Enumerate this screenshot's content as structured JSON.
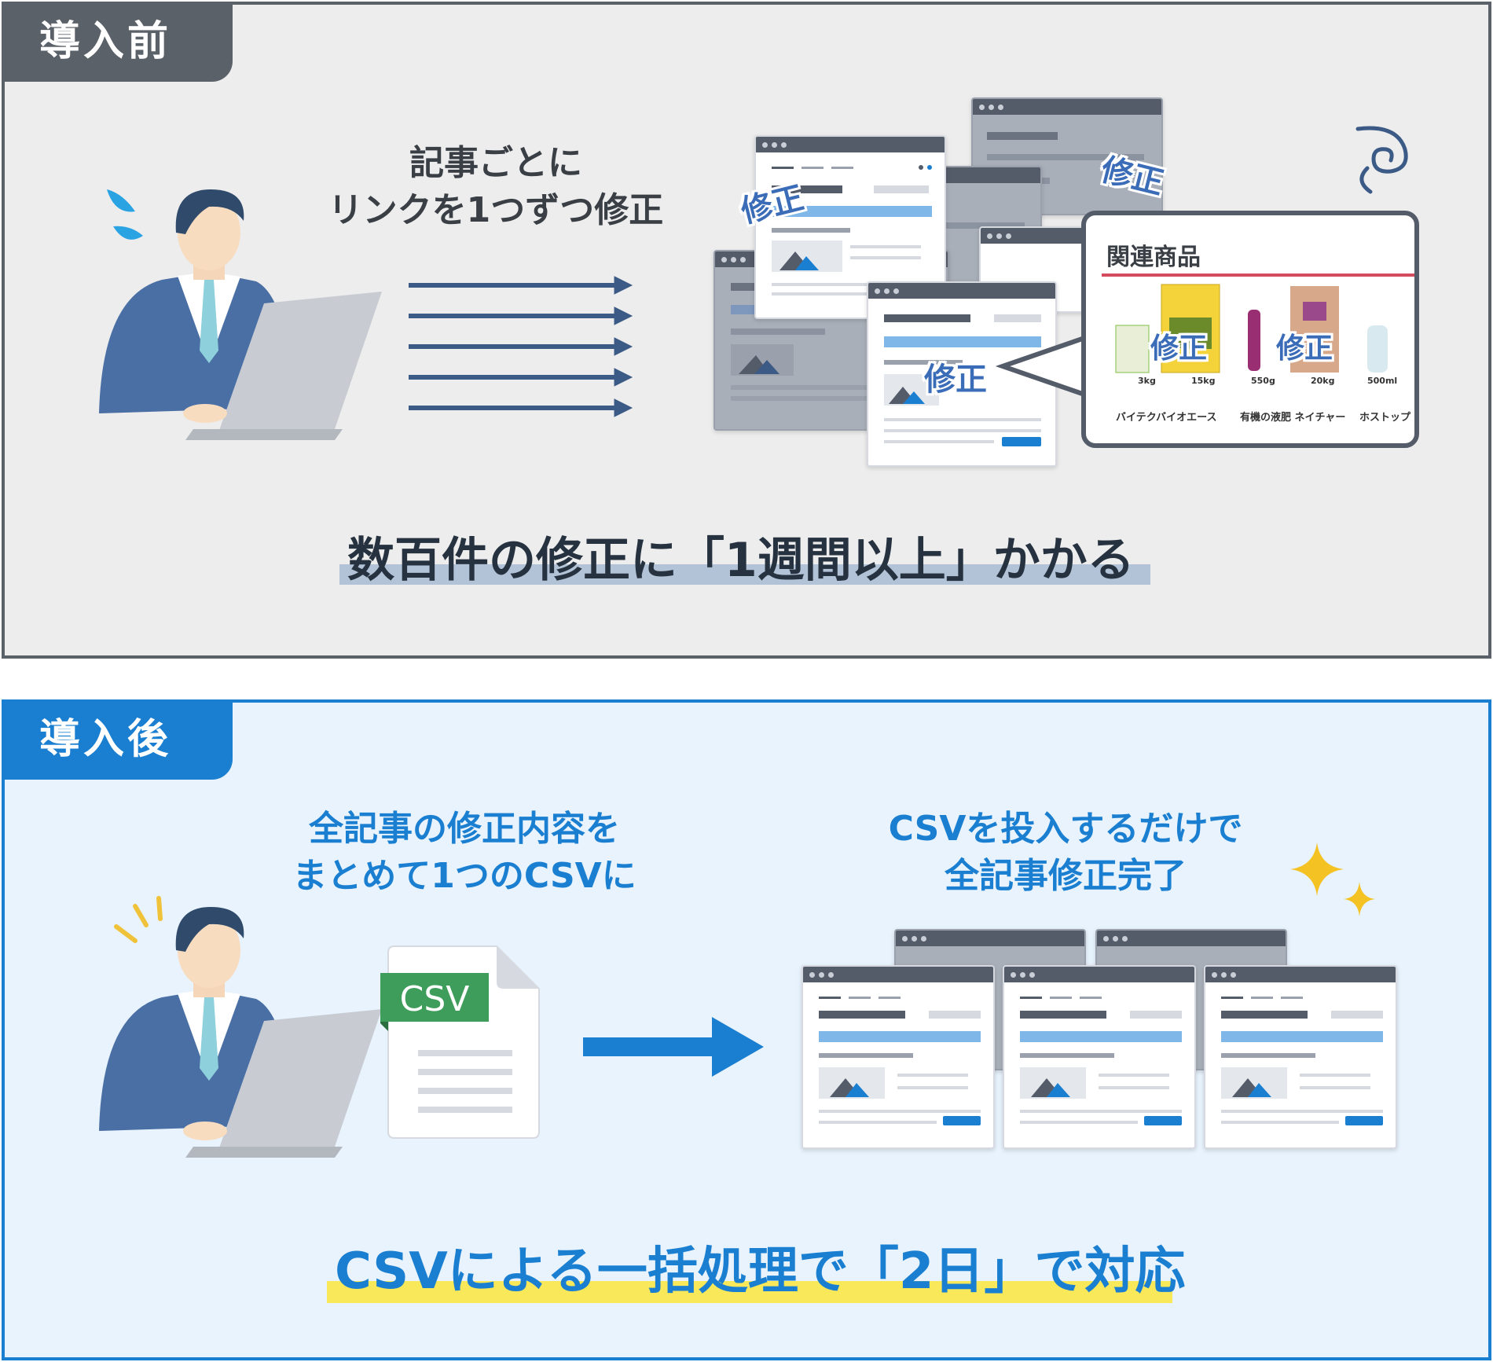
{
  "before": {
    "tab_label": "導入前",
    "instruction_line1": "記事ごとに",
    "instruction_line2": "リンクを1つずつ修正",
    "edit_stamp": "修正",
    "popup": {
      "title": "関連商品",
      "products": [
        {
          "size": "3kg",
          "name": "バイテクバイオエース"
        },
        {
          "size": "15kg",
          "name": ""
        },
        {
          "size": "550g",
          "name": "有機の液肥 ネイチャー"
        },
        {
          "size": "20kg",
          "name": ""
        },
        {
          "size": "500ml",
          "name": "ホストップ"
        }
      ]
    },
    "caption": "数百件の修正に「1週間以上」かかる"
  },
  "after": {
    "tab_label": "導入後",
    "left_line1": "全記事の修正内容を",
    "left_line2": "まとめて1つのCSVに",
    "csv_label": "CSV",
    "right_line1": "CSVを投入するだけで",
    "right_line2": "全記事修正完了",
    "caption": "CSVによる一括処理で「2日」で対応"
  },
  "colors": {
    "before_frame": "#5b6168",
    "after_frame": "#1a7fd1",
    "before_highlight": "#b3c3d7",
    "after_highlight": "#f8e85a",
    "csv_green": "#3f9d5c"
  }
}
